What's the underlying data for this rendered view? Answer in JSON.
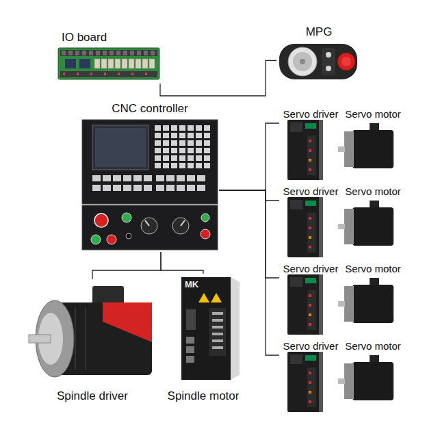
{
  "diagram": {
    "nodes": [
      {
        "text": [
          "IO board"
        ]
      },
      {
        "text": [
          "MPG"
        ]
      },
      {
        "text": [
          "CNC controller"
        ]
      },
      {
        "text": [
          "Servo driver"
        ]
      },
      {
        "text": [
          "Servo motor"
        ]
      },
      {
        "text": [
          "Servo driver"
        ]
      },
      {
        "text": [
          "Servo motor"
        ]
      },
      {
        "text": [
          "Servo driver"
        ]
      },
      {
        "text": [
          "Servo motor"
        ]
      },
      {
        "text": [
          "Servo driver"
        ]
      },
      {
        "text": [
          "Servo motor"
        ]
      },
      {
        "text": [
          "Spindle driver"
        ]
      },
      {
        "text": [
          "Spindle motor"
        ]
      }
    ],
    "edges": [
      {
        "from": 0,
        "to": 1,
        "arrow": "none"
      },
      {
        "from": 2,
        "to": 3,
        "arrow": "none"
      },
      {
        "from": 2,
        "to": 5,
        "arrow": "none"
      },
      {
        "from": 2,
        "to": 7,
        "arrow": "none"
      },
      {
        "from": 2,
        "to": 9,
        "arrow": "none"
      },
      {
        "from": 2,
        "to": 11,
        "arrow": "none"
      },
      {
        "from": 2,
        "to": 12,
        "arrow": "none"
      }
    ],
    "labels": [
      "MK"
    ]
  }
}
